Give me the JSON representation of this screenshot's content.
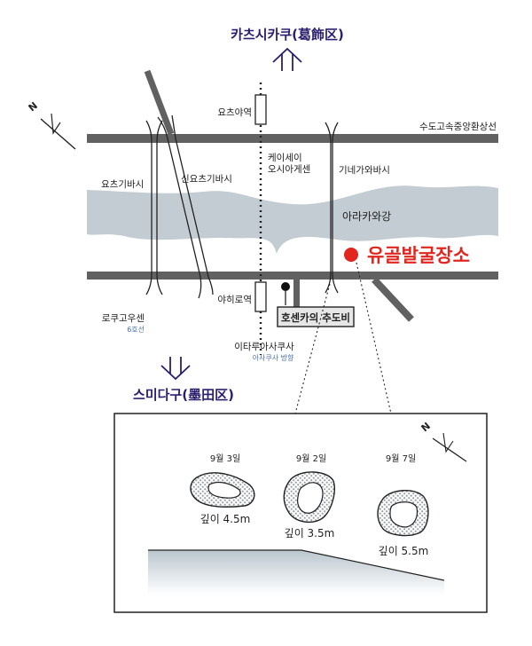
{
  "directions": {
    "north": "카츠시카쿠(葛飾区)",
    "south": "스미다구(墨田区)"
  },
  "roads": {
    "expressway": "수도고속중앙환상선"
  },
  "bridges": {
    "yotsugi": "요츠기바시",
    "shin_yotsugi": "신요츠기바시",
    "kinegawa": "기네가와바시"
  },
  "stations": {
    "yotsugi": "요츠야역",
    "keisei_oshiage": [
      "케이세이",
      "오시아게센"
    ],
    "yahiro": "야히로역",
    "rokugo_line": "로쿠고우센",
    "line_6": "6호선",
    "itabashi_asakusa": "이타루아사쿠사",
    "asakusa_dir": "아사쿠사 방향"
  },
  "river": "아라카와강",
  "site": "유골발굴장소",
  "memorial": "호센카의 추도비",
  "compass_label": "N",
  "pits": [
    {
      "date": "9월 3일",
      "depth": "깊이 4.5m"
    },
    {
      "date": "9월 2일",
      "depth": "깊이 3.5m"
    },
    {
      "date": "9월 7일",
      "depth": "깊이 5.5m"
    }
  ],
  "colors": {
    "road": "#616161",
    "river": "#c3ccd2",
    "site_dot": "#e0261e",
    "direction_text": "#2a1f6e"
  }
}
